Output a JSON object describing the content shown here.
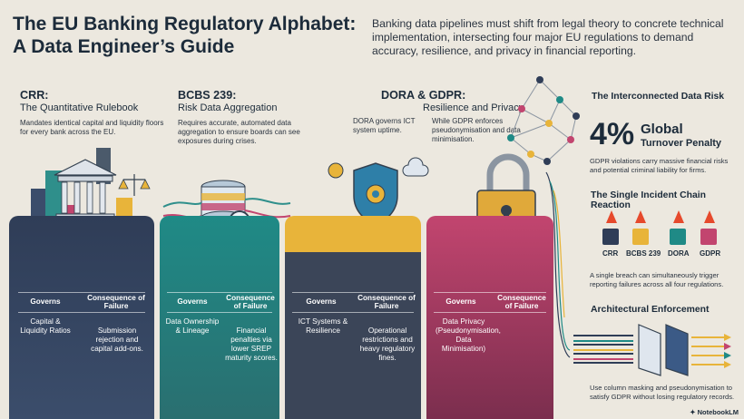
{
  "header": {
    "title_line1": "The EU Banking Regulatory Alphabet:",
    "title_line2": "A Data Engineer’s Guide",
    "intro": "Banking data pipelines must shift from legal theory to concrete technical implementation, intersecting four major EU regulations to demand accuracy, resilience, and privacy in financial reporting."
  },
  "crr": {
    "heading": "CRR:",
    "subheading": "The Quantitative Rulebook",
    "description": "Mandates identical capital and liquidity floors for every bank across the EU.",
    "governs_label": "Governs",
    "consequence_label": "Consequence of Failure",
    "governs": "Capital & Liquidity Ratios",
    "consequence": "Submission rejection and capital add-ons."
  },
  "bcbs": {
    "heading": "BCBS 239:",
    "subheading": "Risk Data Aggregation",
    "description": "Requires accurate, automated data aggregation to ensure boards can see exposures during crises.",
    "governs_label": "Governs",
    "consequence_label": "Consequence of Failure",
    "governs": "Data Ownership & Lineage",
    "consequence": "Financial penalties via lower SREP maturity scores."
  },
  "dora": {
    "heading": "DORA & GDPR:",
    "subheading": "Resilience and Privacy",
    "description_dora": "DORA governs ICT system uptime.",
    "description_gdpr": "While GDPR enforces pseudonymisation and data minimisation.",
    "governs_label": "Governs",
    "consequence_label": "Consequence of Failure",
    "governs": "ICT Systems & Resilience",
    "consequence": "Operational restrictions and heavy regulatory fines."
  },
  "gdpr": {
    "governs_label": "Governs",
    "consequence_label": "Consequence of Failure",
    "governs": "Data Privacy (Pseudonymisation, Data Minimisation)"
  },
  "right": {
    "risk_heading": "The Interconnected Data Risk",
    "stat_value": "4%",
    "stat_label_line1": "Global",
    "stat_label_line2": "Turnover Penalty",
    "stat_text": "GDPR violations carry massive financial risks and potential criminal liability for firms.",
    "chain_heading": "The Single Incident Chain Reaction",
    "chain_labels": [
      "CRR",
      "BCBS 239",
      "DORA",
      "GDPR"
    ],
    "chain_text": "A single breach can simultaneously trigger reporting failures across all four regulations.",
    "arch_heading": "Architectural Enforcement",
    "arch_text": "Use column masking and pseudonymisation to satisfy GDPR without losing regulatory records."
  },
  "footer": {
    "brand": "NotebookLM"
  },
  "colors": {
    "crr": "#2f3d57",
    "bcbs": "#1f8a86",
    "dora": "#e8b43a",
    "gdpr": "#c2456f",
    "crr_inner": "#3b4d6b",
    "bcbs_inner": "#2a6f70",
    "dora_inner": "#3b4558",
    "gdpr_inner": "#7b2e4e"
  }
}
